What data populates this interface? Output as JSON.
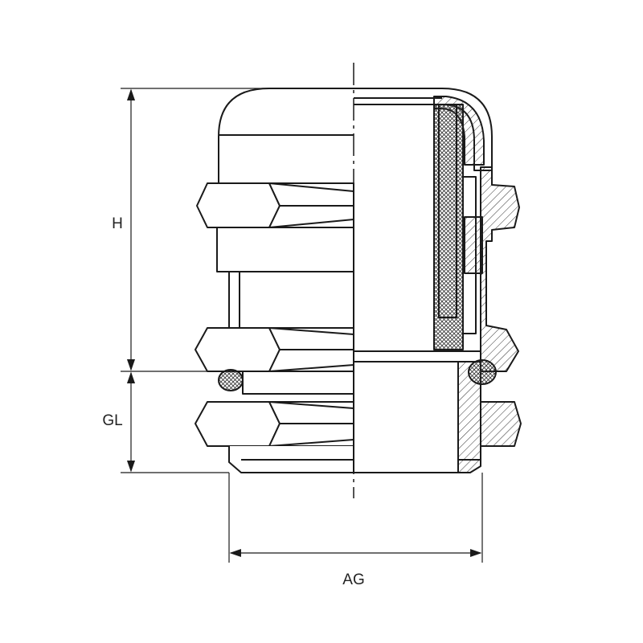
{
  "labels": {
    "height": "H",
    "thread_length": "GL",
    "thread_diameter": "AG"
  },
  "colors": {
    "line": "#1a1a1a",
    "background": "#ffffff",
    "hatch": "#333333"
  }
}
